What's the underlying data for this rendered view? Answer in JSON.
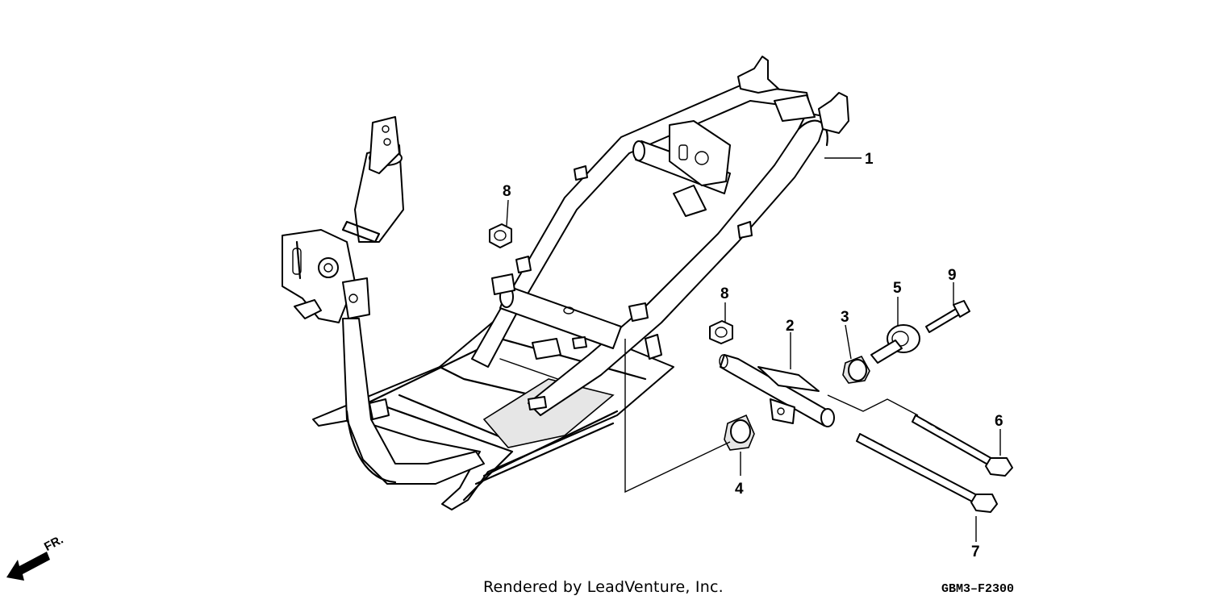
{
  "callouts": [
    {
      "id": "1",
      "label": "1"
    },
    {
      "id": "2",
      "label": "2"
    },
    {
      "id": "3",
      "label": "3"
    },
    {
      "id": "4",
      "label": "4"
    },
    {
      "id": "5",
      "label": "5"
    },
    {
      "id": "6",
      "label": "6"
    },
    {
      "id": "7",
      "label": "7"
    },
    {
      "id": "8a",
      "label": "8"
    },
    {
      "id": "8b",
      "label": "8"
    },
    {
      "id": "9",
      "label": "9"
    }
  ],
  "direction_indicator": {
    "label": "FR.",
    "icon": "front-arrow-icon"
  },
  "footer": {
    "credit": "Rendered by LeadVenture, Inc.",
    "diagram_code": "GBM3–F2300"
  }
}
